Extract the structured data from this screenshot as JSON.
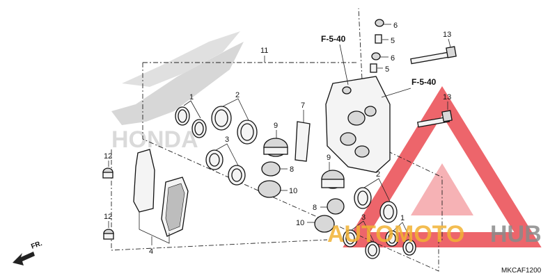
{
  "callouts": {
    "c1a": "1",
    "c1b": "1",
    "c2a": "2",
    "c2b": "2",
    "c3a": "3",
    "c3b": "3",
    "c4": "4",
    "c5a": "5",
    "c5b": "5",
    "c6a": "6",
    "c6b": "6",
    "c7": "7",
    "c8a": "8",
    "c8b": "8",
    "c9a": "9",
    "c9b": "9",
    "c10a": "10",
    "c10b": "10",
    "c11": "11",
    "c12a": "12",
    "c12b": "12",
    "c13a": "13",
    "c13b": "13"
  },
  "refs": {
    "ref_left": "F-5-40",
    "ref_right": "F-5-40"
  },
  "direction_label": "FR.",
  "diagram_code": "MKCAF1200",
  "watermark": {
    "brand": "HONDA",
    "word1": "AUTO",
    "word2": "MOTO",
    "word3": "HUB"
  },
  "colors": {
    "watermark_red": "#e8323a",
    "watermark_yellow": "#f2b233",
    "watermark_gray": "#b5b5b5"
  }
}
